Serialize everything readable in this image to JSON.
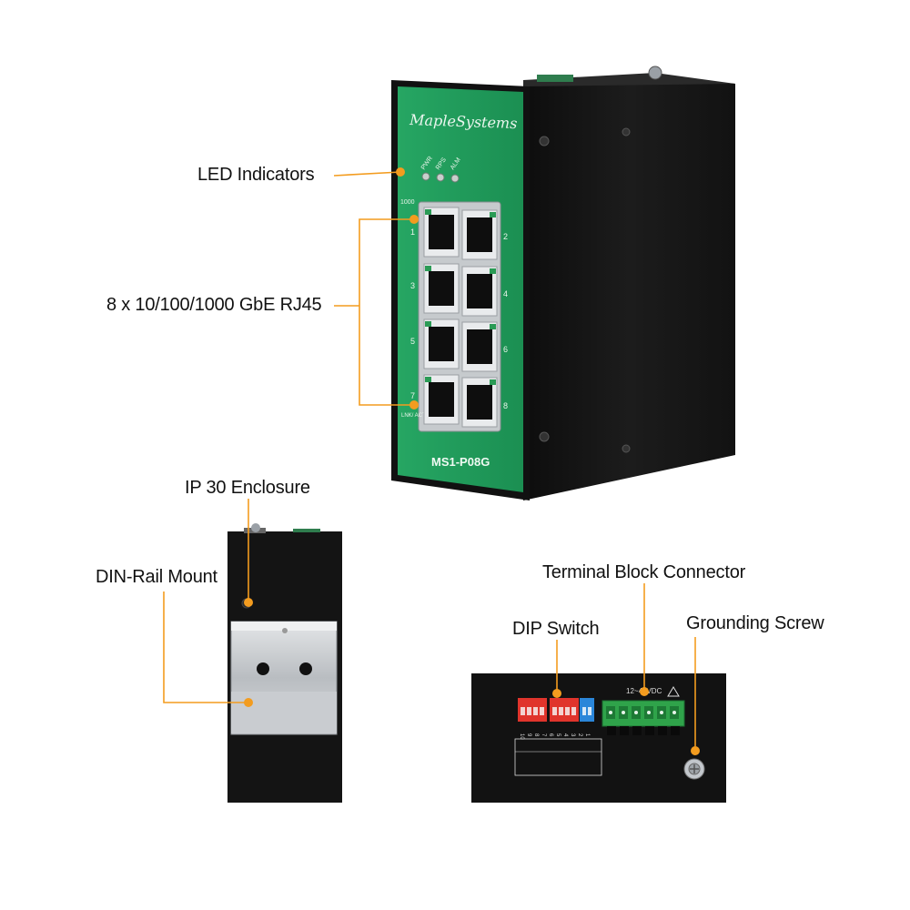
{
  "callouts": {
    "led_indicators": "LED Indicators",
    "rj45_ports": "8 x 10/100/1000 GbE RJ45",
    "ip30_enclosure": "IP 30 Enclosure",
    "din_rail_mount": "DIN-Rail Mount",
    "terminal_block": "Terminal Block Connector",
    "dip_switch": "DIP Switch",
    "grounding_screw": "Grounding Screw"
  },
  "device": {
    "brand": "MapleSystems",
    "model": "MS1-P08G",
    "led_labels": [
      "PWR",
      "RPS",
      "ALM"
    ],
    "speed_label": "1000",
    "lnk_label": "LNK/ ACT",
    "port_numbers": [
      "1",
      "2",
      "3",
      "4",
      "5",
      "6",
      "7",
      "8"
    ],
    "power_label": "12~48VDC",
    "dip_labels": [
      "10",
      "9",
      "8",
      "7",
      "6",
      "5",
      "4",
      "3",
      "2",
      "1"
    ]
  },
  "colors": {
    "accent": "#f39c1f",
    "panel_green": "#1f9a5a",
    "housing_black": "#161616"
  }
}
